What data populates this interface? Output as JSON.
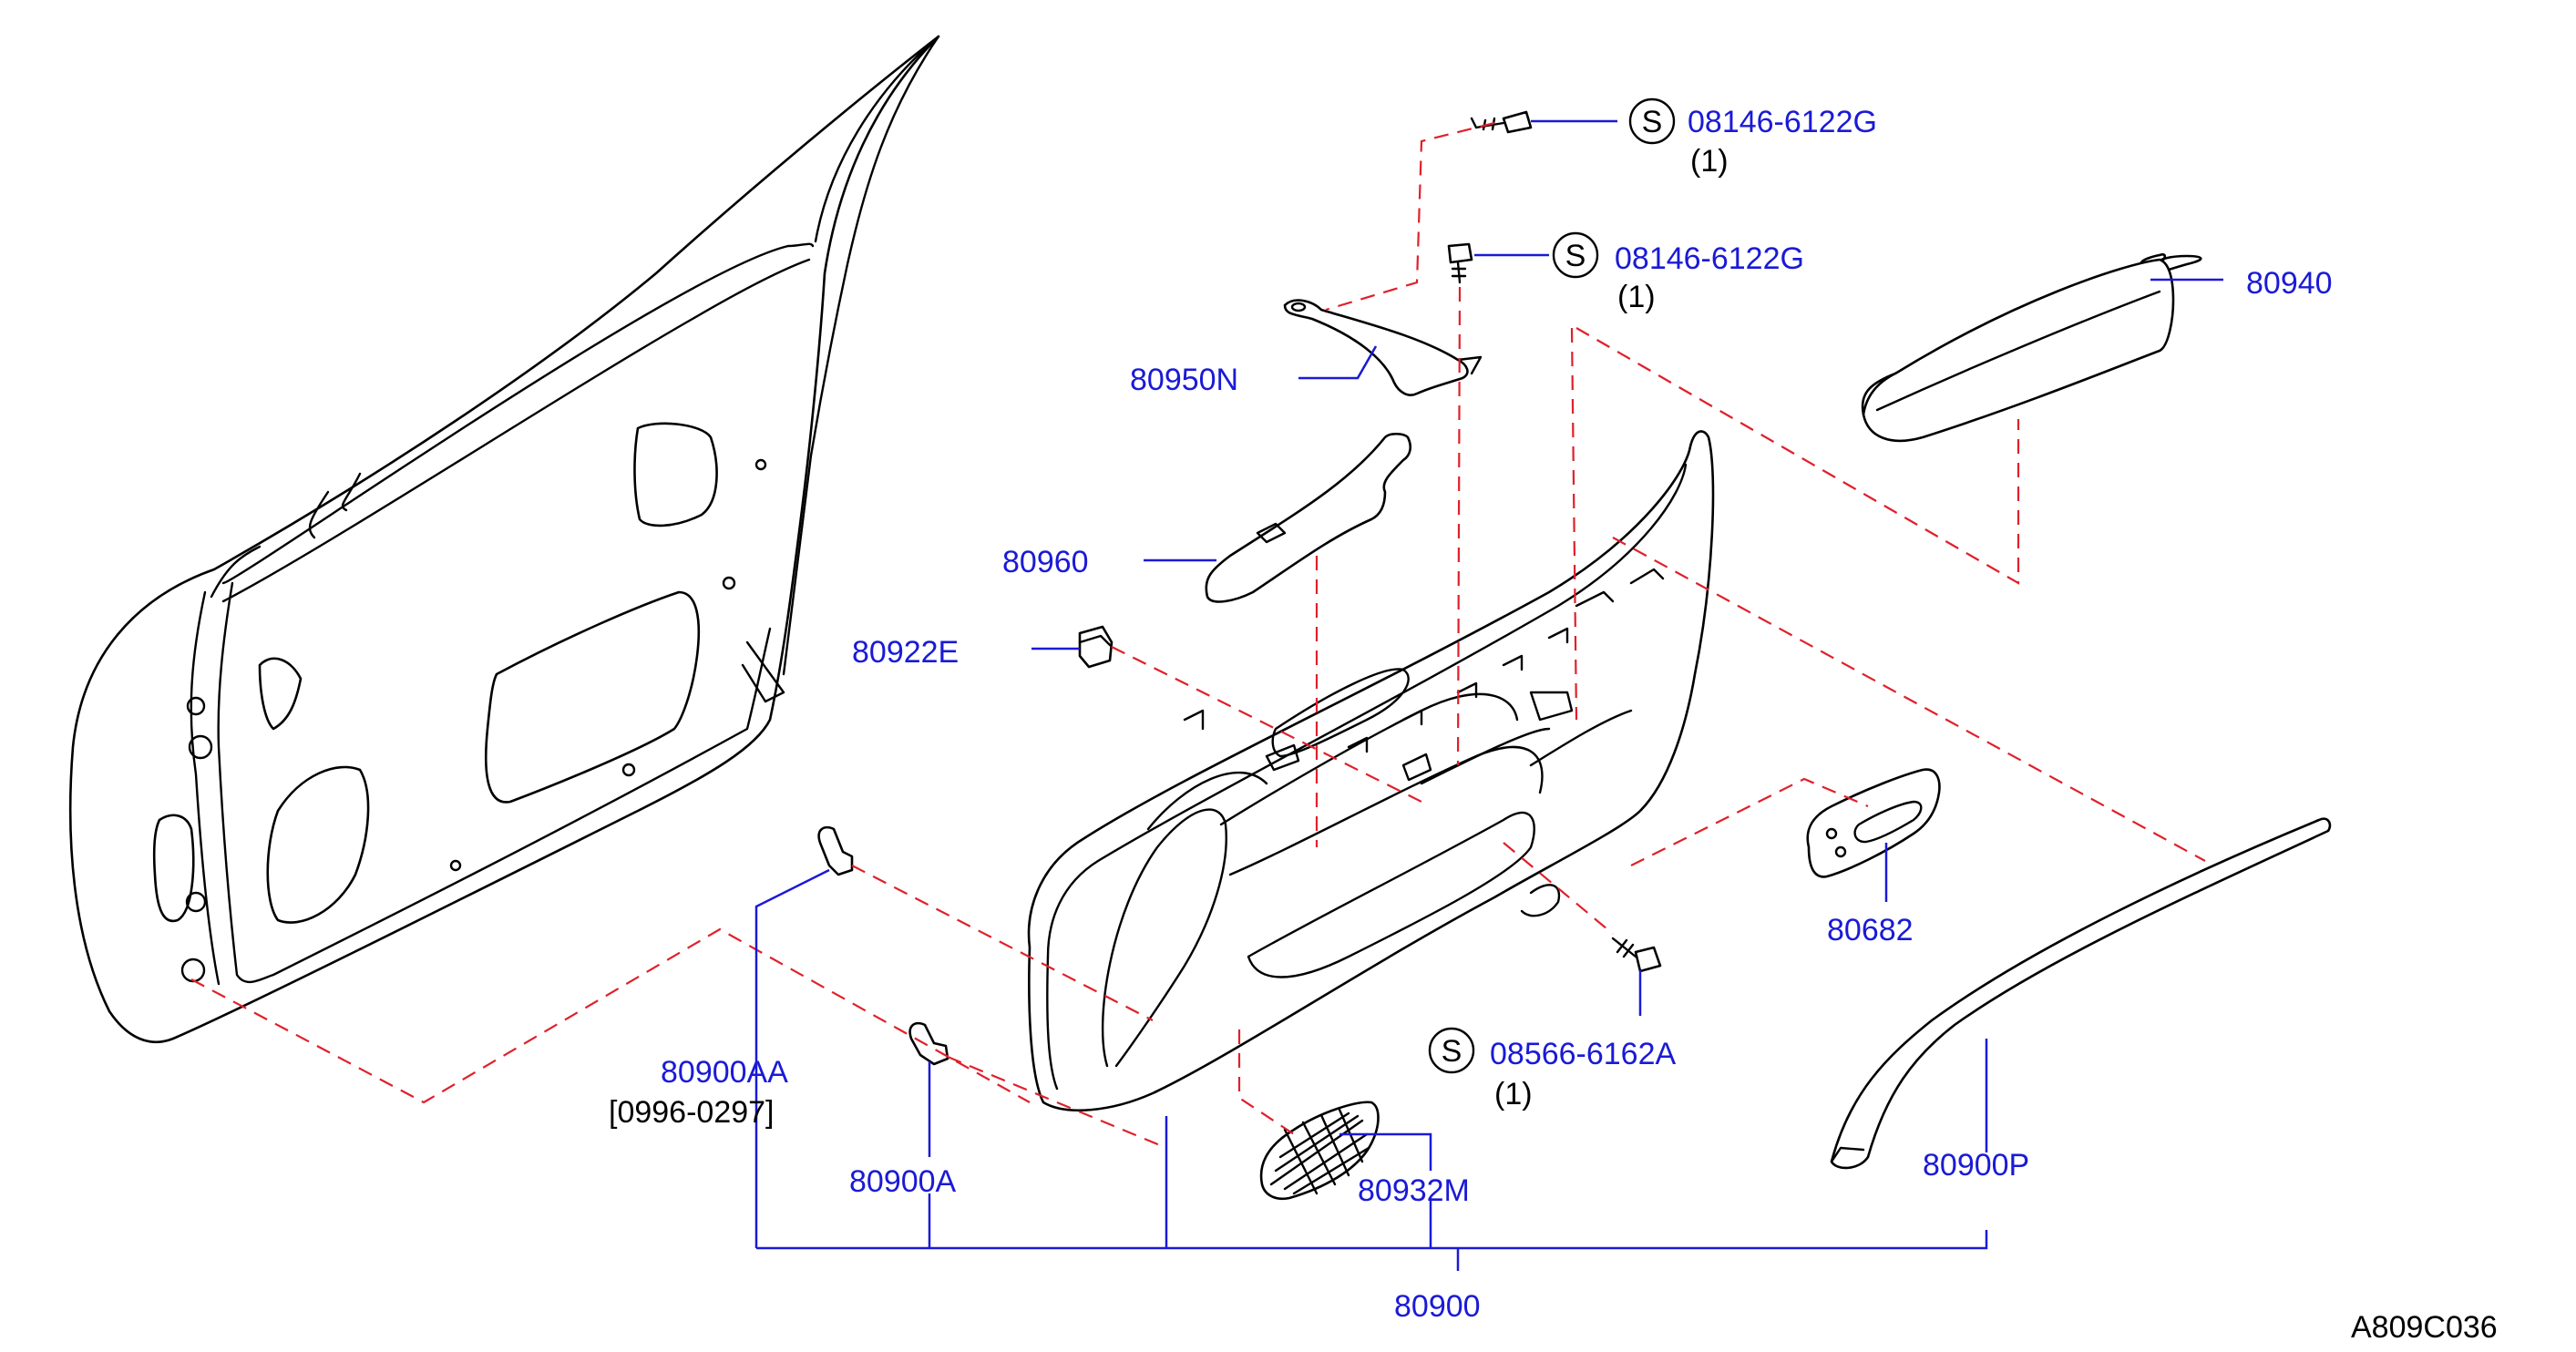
{
  "diagram": {
    "drawing_code": "A809C036",
    "callouts": {
      "p80940": "80940",
      "p80950N": "80950N",
      "p80960": "80960",
      "p80922E": "80922E",
      "p80682": "80682",
      "p80900AA": "80900AA",
      "p80900AA_range": "[0996-0297]",
      "p80900A": "80900A",
      "p80932M": "80932M",
      "p80900P": "80900P",
      "p80900": "80900"
    },
    "screws": [
      {
        "symbol": "S",
        "part": "08146-6122G",
        "qty": "(1)"
      },
      {
        "symbol": "S",
        "part": "08146-6122G",
        "qty": "(1)"
      },
      {
        "symbol": "S",
        "part": "08566-6162A",
        "qty": "(1)"
      }
    ],
    "colors": {
      "part_number": "#1a1ad6",
      "leader": "#1a1ad6",
      "guide_dashed": "#e0202a",
      "outline": "#000000"
    }
  }
}
